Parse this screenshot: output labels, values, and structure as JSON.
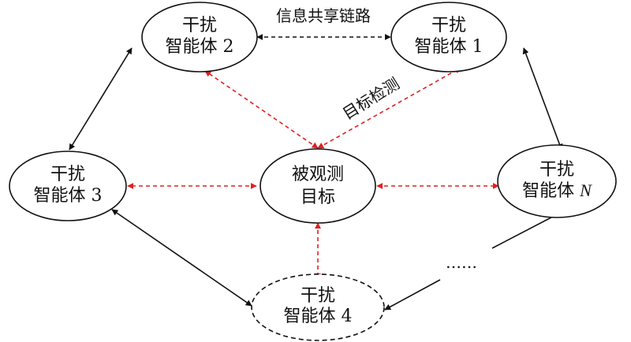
{
  "colors": {
    "ink": "#111111",
    "detection": "#e02020",
    "background": "#ffffff"
  },
  "diagram": {
    "nodes": {
      "agent2": {
        "line1": "干扰",
        "line2": "智能体 2"
      },
      "agent1": {
        "line1": "干扰",
        "line2": "智能体 1"
      },
      "agent3": {
        "line1": "干扰",
        "line2": "智能体 3"
      },
      "agentN": {
        "line1": "干扰",
        "line2_prefix": "智能体 ",
        "line2_var": "N"
      },
      "agent4": {
        "line1": "干扰",
        "line2": "智能体 4"
      },
      "target": {
        "line1": "被观测",
        "line2": "目标"
      }
    },
    "labels": {
      "link": "信息共享链路",
      "detection": "目标检测",
      "ellipsis": "……"
    }
  }
}
